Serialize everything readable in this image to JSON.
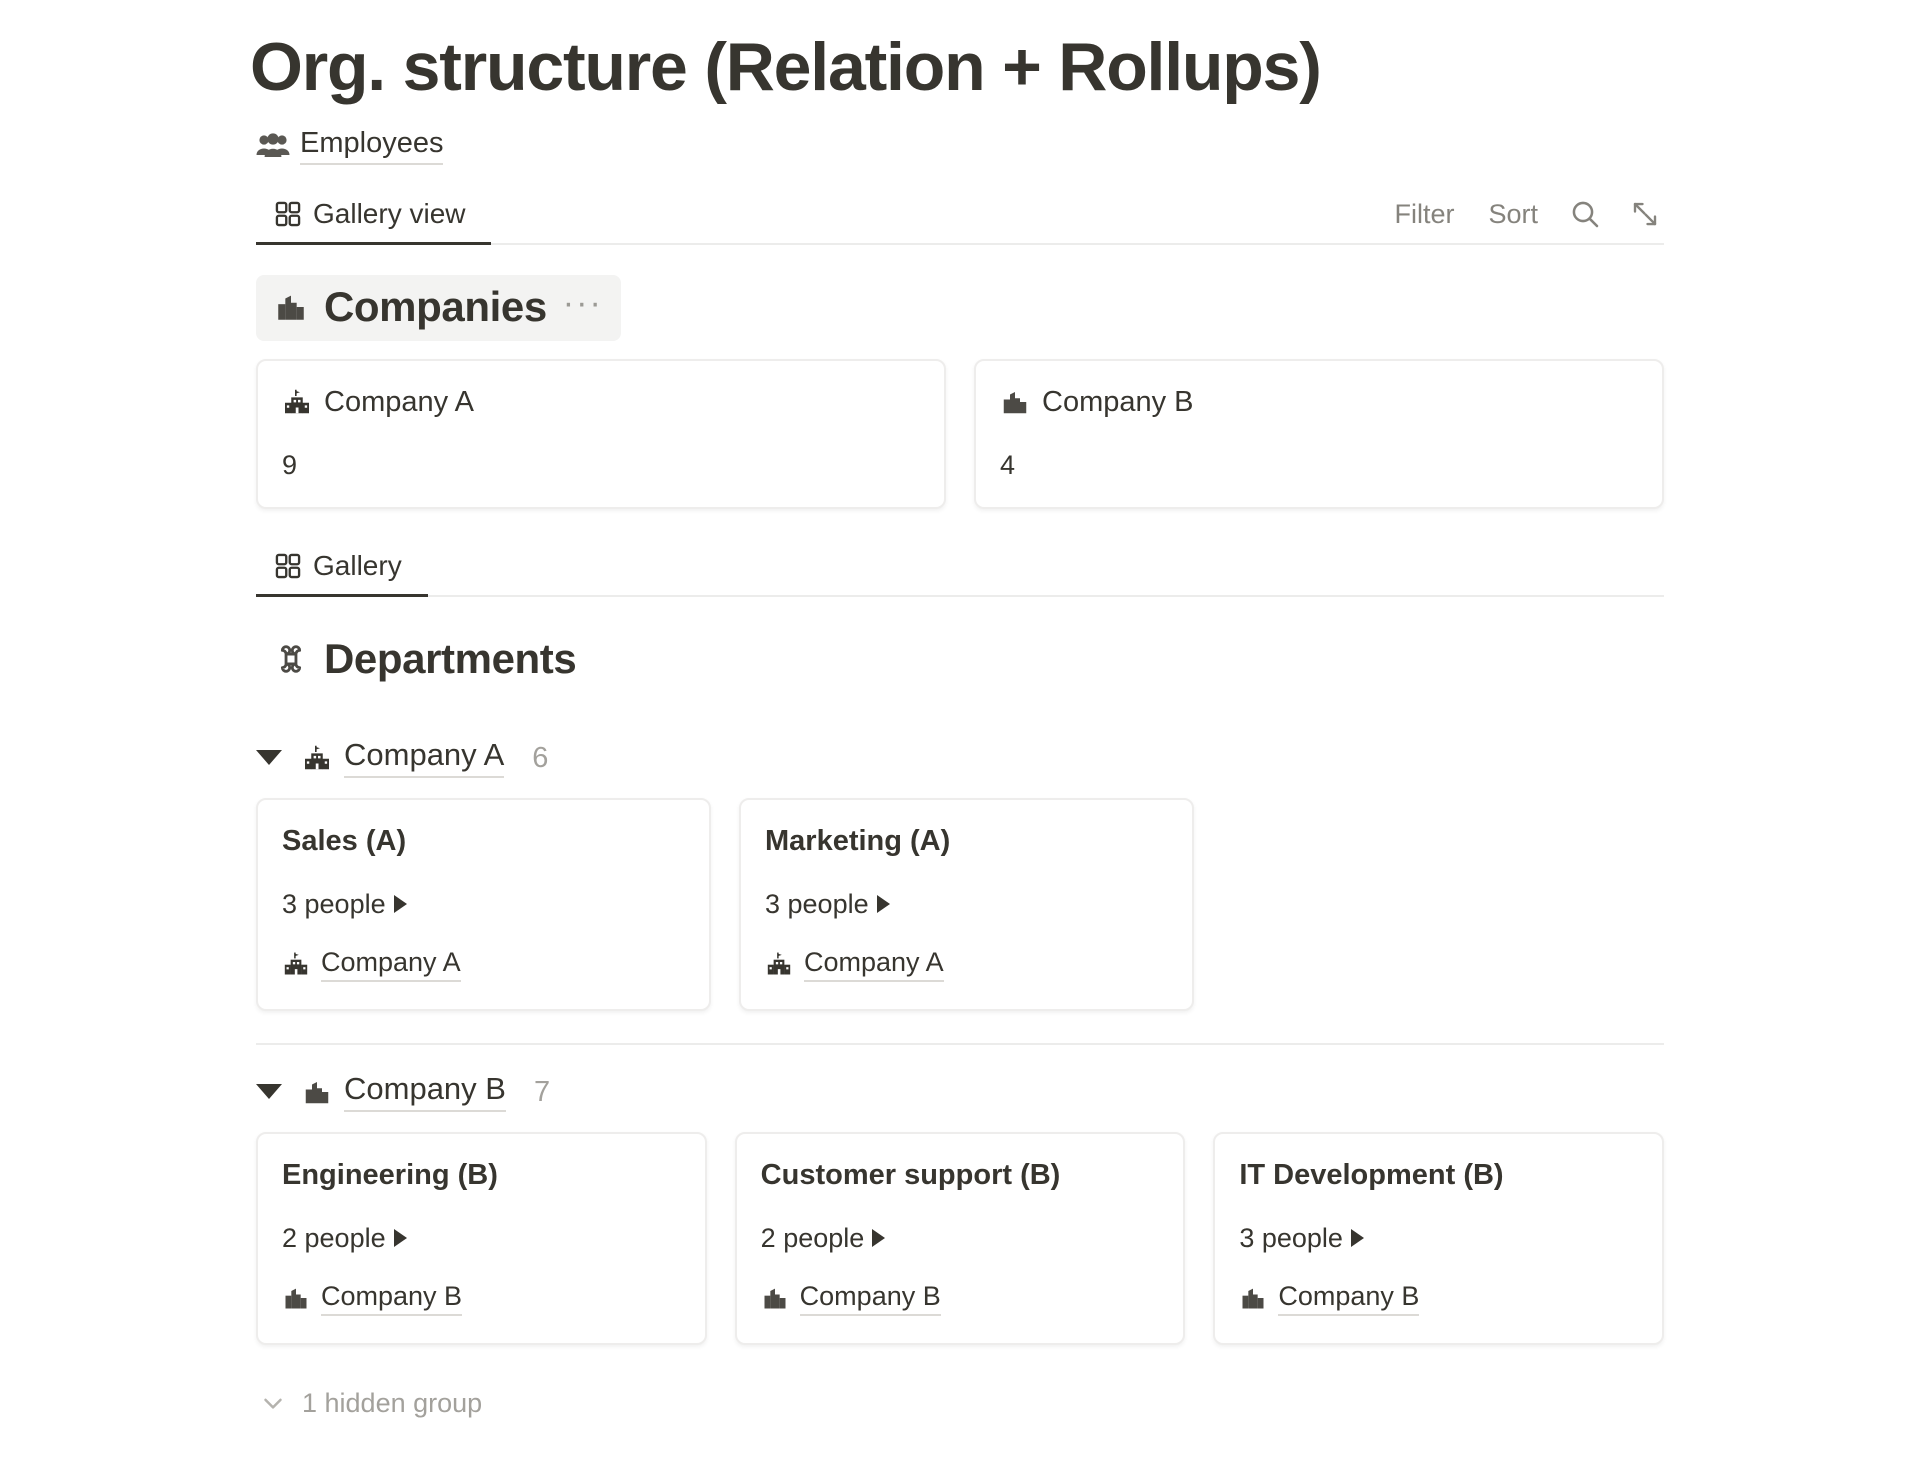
{
  "page": {
    "title": "Org. structure (Relation + Rollups)",
    "source": {
      "label": "Employees",
      "icon": "people-group-icon"
    }
  },
  "viewbar_top": {
    "tabs": [
      {
        "label": "Gallery view",
        "icon": "gallery-grid-icon",
        "active": true
      }
    ],
    "actions": {
      "filter_label": "Filter",
      "sort_label": "Sort",
      "search_icon": "search-icon",
      "expand_icon": "expand-diagonal-icon"
    }
  },
  "companies_section": {
    "heading": {
      "label": "Companies",
      "icon": "factory-icon",
      "menu": "···"
    },
    "cards": [
      {
        "title": "Company A",
        "icon": "school-building-icon",
        "value": "9"
      },
      {
        "title": "Company B",
        "icon": "factory-icon",
        "value": "4"
      }
    ]
  },
  "viewbar_bottom": {
    "tabs": [
      {
        "label": "Gallery",
        "icon": "gallery-grid-icon",
        "active": true
      }
    ]
  },
  "departments_section": {
    "heading": {
      "label": "Departments",
      "icon": "command-icon"
    },
    "groups": [
      {
        "name": "Company A",
        "icon": "school-building-icon",
        "count": "6",
        "cards": [
          {
            "title": "Sales (A)",
            "people": "3 people",
            "relation": "Company A",
            "relation_icon": "school-building-icon"
          },
          {
            "title": "Marketing (A)",
            "people": "3 people",
            "relation": "Company A",
            "relation_icon": "school-building-icon"
          }
        ]
      },
      {
        "name": "Company B",
        "icon": "factory-icon",
        "count": "7",
        "cards": [
          {
            "title": "Engineering (B)",
            "people": "2 people",
            "relation": "Company B",
            "relation_icon": "factory-icon"
          },
          {
            "title": "Customer support (B)",
            "people": "2 people",
            "relation": "Company B",
            "relation_icon": "factory-icon"
          },
          {
            "title": "IT Development (B)",
            "people": "3 people",
            "relation": "Company B",
            "relation_icon": "factory-icon"
          }
        ]
      }
    ],
    "hidden_group": {
      "label": "1 hidden group",
      "icon": "chevron-down-icon"
    }
  },
  "colors": {
    "text": "#37352f",
    "muted": "#a3a19c",
    "border": "#eeedec",
    "shade": "#f3f3f2"
  }
}
